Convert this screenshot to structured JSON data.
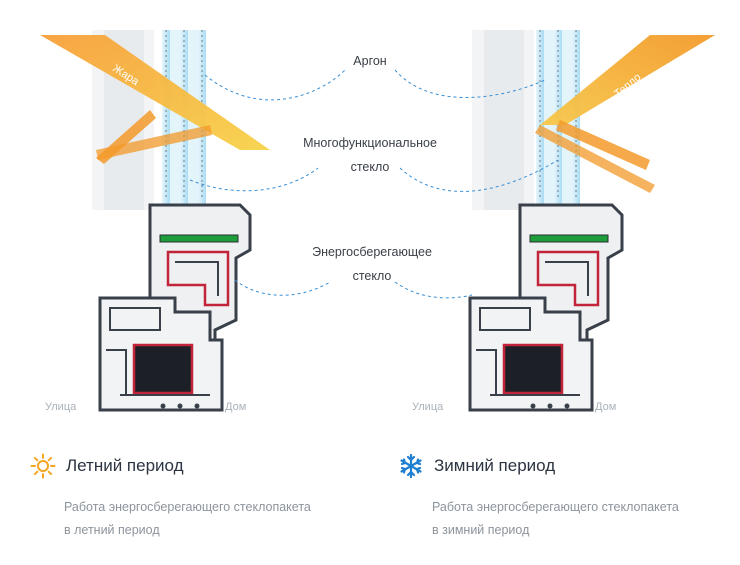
{
  "labels": {
    "argon": "Аргон",
    "multifunctional_line1": "Многофункциональное",
    "multifunctional_line2": "стекло",
    "energy_line1": "Энергосберегающее",
    "energy_line2": "стекло"
  },
  "left_window": {
    "arrow_label": "Жара",
    "outside_label": "Улица",
    "inside_label": "Дом"
  },
  "right_window": {
    "arrow_label": "Тепло",
    "outside_label": "Улица",
    "inside_label": "Дом"
  },
  "summer": {
    "icon": "sun-icon",
    "title": "Летний период",
    "desc_line1": "Работа энергосберегающего стеклопакета",
    "desc_line2": "в летний период"
  },
  "winter": {
    "icon": "snowflake-icon",
    "title": "Зимний период",
    "desc_line1": "Работа энергосберегающего стеклопакета",
    "desc_line2": "в зимний период"
  },
  "colors": {
    "heat_orange": "#f39a2a",
    "glass_blue": "#bfe6f8",
    "frame_dark": "#39404a",
    "seal_green": "#1e9e3a",
    "seal_red": "#c2243a",
    "dash_blue": "#3a8fd6",
    "sun_orange": "#f5a623",
    "snow_blue": "#1f7fd1"
  }
}
